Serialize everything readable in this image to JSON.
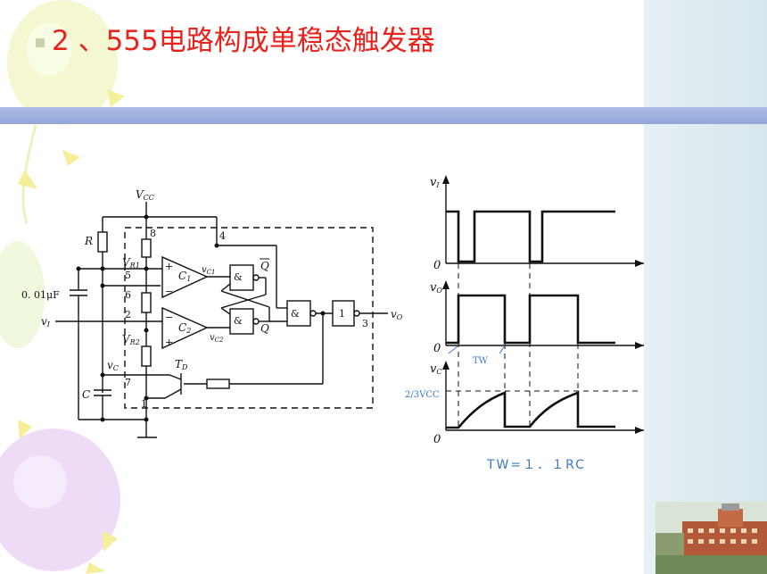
{
  "slide": {
    "title": "2 、555电路构成单稳态触发器"
  },
  "circuit": {
    "vcc": "V",
    "vcc_sub": "CC",
    "r": "R",
    "c": "C",
    "cap_value": "0. 01μF",
    "vr1": "V",
    "vr1_sub": "R1",
    "vr2": "V",
    "vr2_sub": "R2",
    "vc": "v",
    "vc_sub": "C",
    "vi": "v",
    "vi_sub": "I",
    "vo": "v",
    "vo_sub": "O",
    "pin8": "8",
    "pin4": "4",
    "pin5": "5",
    "pin6": "6",
    "pin2": "2",
    "pin7": "7",
    "pin1": "1",
    "pin3": "3",
    "c1": "C",
    "c1_sub": "1",
    "c2": "C",
    "c2_sub": "2",
    "vc1": "v",
    "vc1_sub": "C1",
    "vc2": "v",
    "vc2_sub": "C2",
    "and_gate": "&",
    "buffer_gate": "1",
    "q": "Q",
    "qbar": "Q",
    "td": "T",
    "td_sub": "D",
    "plus": "+",
    "minus": "−"
  },
  "waveforms": {
    "vi_label": "v",
    "vi_sub": "I",
    "vo_label": "v",
    "vo_sub": "O",
    "vc_label": "v",
    "vc_sub": "C",
    "zero": "0",
    "tw": "TW",
    "two_thirds": "2/3VCC",
    "equation": "TW=１．１RC"
  }
}
